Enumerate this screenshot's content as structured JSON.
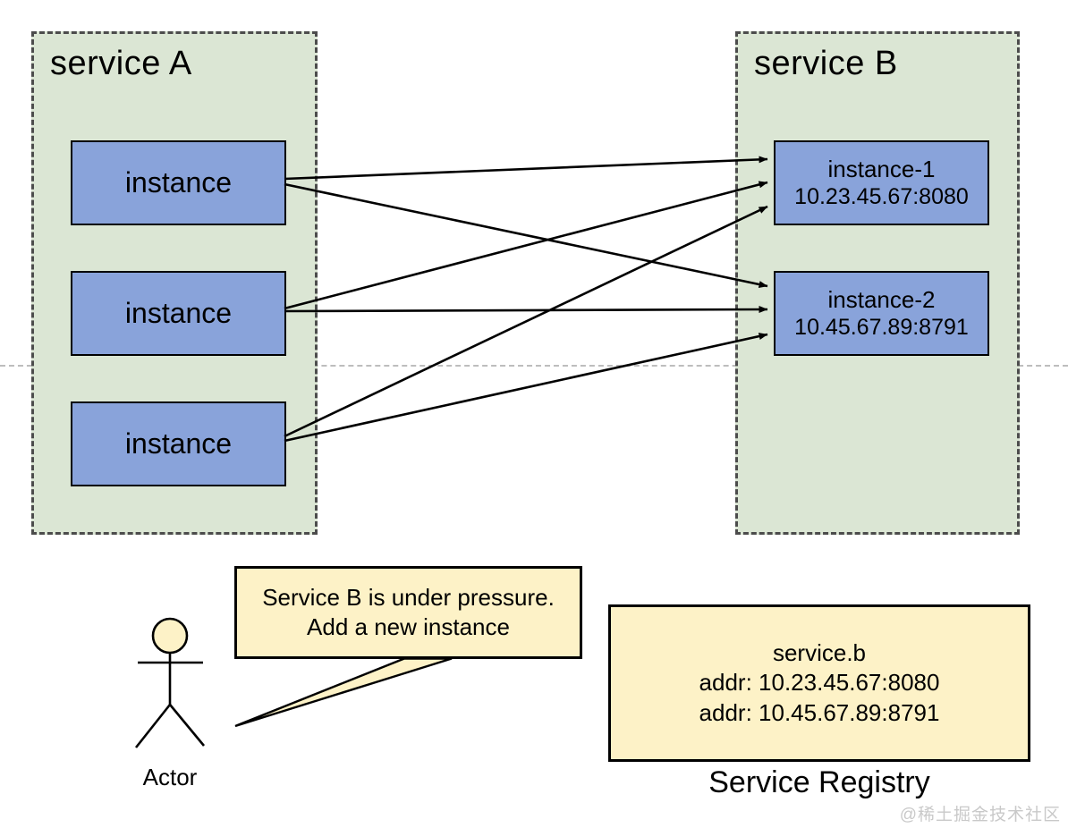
{
  "service_a": {
    "title": "service A",
    "instances": [
      {
        "label": "instance"
      },
      {
        "label": "instance"
      },
      {
        "label": "instance"
      }
    ]
  },
  "service_b": {
    "title": "service B",
    "instances": [
      {
        "name": "instance-1",
        "address": "10.23.45.67:8080"
      },
      {
        "name": "instance-2",
        "address": "10.45.67.89:8791"
      }
    ]
  },
  "connections": [
    {
      "from": "service A / instance 1",
      "to": "service B / instance-1"
    },
    {
      "from": "service A / instance 1",
      "to": "service B / instance-2"
    },
    {
      "from": "service A / instance 2",
      "to": "service B / instance-1"
    },
    {
      "from": "service A / instance 2",
      "to": "service B / instance-2"
    },
    {
      "from": "service A / instance 3",
      "to": "service B / instance-1"
    },
    {
      "from": "service A / instance 3",
      "to": "service B / instance-2"
    }
  ],
  "actor": {
    "label": "Actor",
    "speech_lines": [
      "Service B is under pressure.",
      "Add a new instance"
    ]
  },
  "registry": {
    "label": "Service Registry",
    "entry": {
      "service_name": "service.b",
      "addresses": [
        "addr: 10.23.45.67:8080",
        "addr: 10.45.67.89:8791"
      ]
    }
  },
  "watermark": "@稀土掘金技术社区",
  "colors": {
    "group_fill": "#dbe6d4",
    "group_border": "#4c4c4c",
    "instance_fill": "#89a3da",
    "note_fill": "#fdf2c7",
    "line": "#000000",
    "divider": "#bdbdbd",
    "watermark_text": "#c9c9c9"
  }
}
